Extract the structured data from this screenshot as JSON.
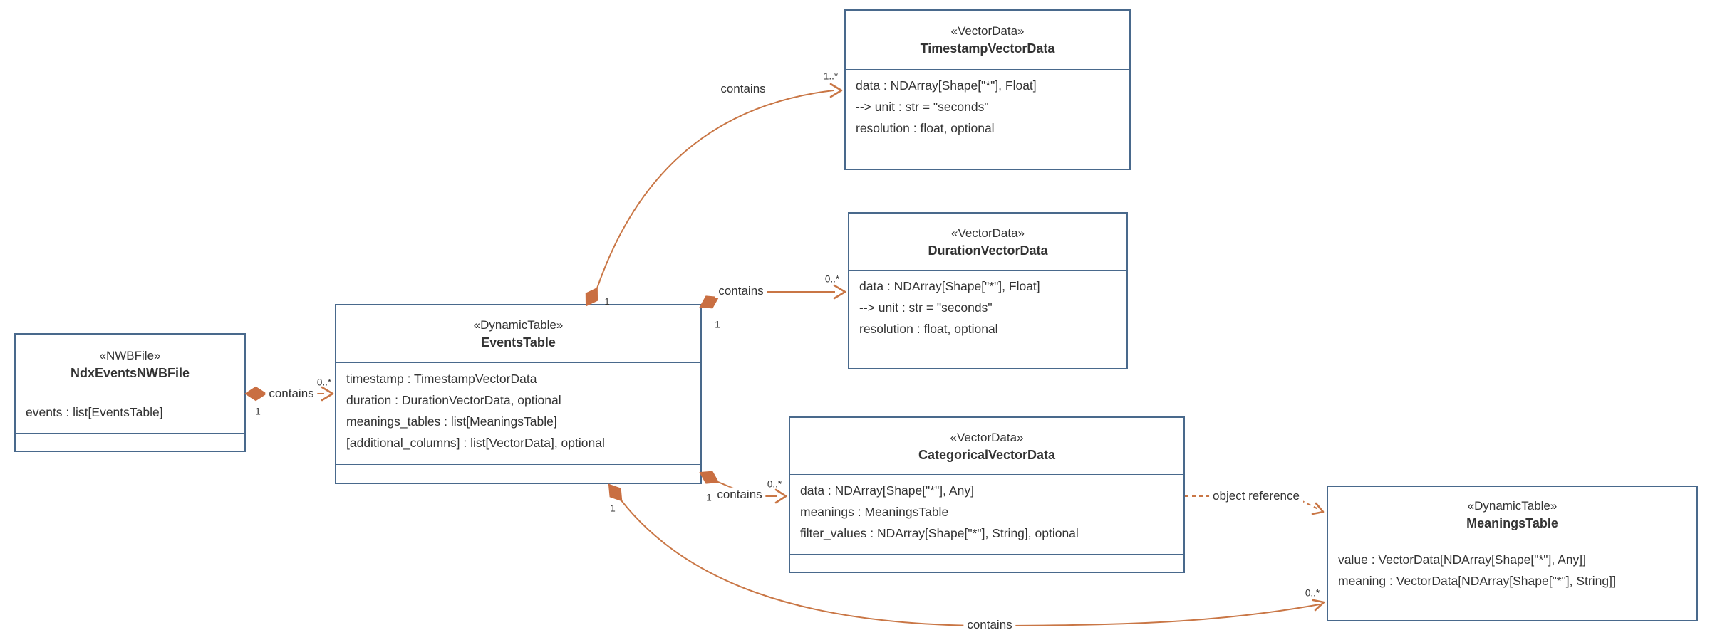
{
  "diagram": {
    "type": "uml-class-diagram",
    "colors": {
      "box_border": "#49698c",
      "relation_line": "#c97645",
      "diamond_fill": "#c96f42",
      "text": "#333333",
      "background": "#ffffff"
    },
    "classes": [
      {
        "id": "ndx-events-nwb-file",
        "stereotype": "«NWBFile»",
        "name": "NdxEventsNWBFile",
        "attributes": [
          "events : list[EventsTable]"
        ]
      },
      {
        "id": "events-table",
        "stereotype": "«DynamicTable»",
        "name": "EventsTable",
        "attributes": [
          "timestamp : TimestampVectorData",
          "duration : DurationVectorData, optional",
          "meanings_tables : list[MeaningsTable]",
          "[additional_columns] : list[VectorData], optional"
        ]
      },
      {
        "id": "timestamp-vector-data",
        "stereotype": "«VectorData»",
        "name": "TimestampVectorData",
        "attributes": [
          "data : NDArray[Shape[\"*\"], Float]",
          "--> unit : str = \"seconds\"",
          "resolution : float, optional"
        ]
      },
      {
        "id": "duration-vector-data",
        "stereotype": "«VectorData»",
        "name": "DurationVectorData",
        "attributes": [
          "data : NDArray[Shape[\"*\"], Float]",
          "--> unit : str = \"seconds\"",
          "resolution : float, optional"
        ]
      },
      {
        "id": "categorical-vector-data",
        "stereotype": "«VectorData»",
        "name": "CategoricalVectorData",
        "attributes": [
          "data : NDArray[Shape[\"*\"], Any]",
          "meanings : MeaningsTable",
          "filter_values : NDArray[Shape[\"*\"], String], optional"
        ]
      },
      {
        "id": "meanings-table",
        "stereotype": "«DynamicTable»",
        "name": "MeaningsTable",
        "attributes": [
          "value : VectorData[NDArray[Shape[\"*\"], Any]]",
          "meaning : VectorData[NDArray[Shape[\"*\"], String]]"
        ]
      }
    ],
    "edges": [
      {
        "from": "NdxEventsNWBFile",
        "to": "EventsTable",
        "label": "contains",
        "source_mult": "1",
        "target_mult": "0..*",
        "style": "composition"
      },
      {
        "from": "EventsTable",
        "to": "TimestampVectorData",
        "label": "contains",
        "source_mult": "1",
        "target_mult": "1..*",
        "style": "composition"
      },
      {
        "from": "EventsTable",
        "to": "DurationVectorData",
        "label": "contains",
        "source_mult": "1",
        "target_mult": "0..*",
        "style": "composition"
      },
      {
        "from": "EventsTable",
        "to": "CategoricalVectorData",
        "label": "contains",
        "source_mult": "1",
        "target_mult": "0..*",
        "style": "composition"
      },
      {
        "from": "EventsTable",
        "to": "MeaningsTable",
        "label": "contains",
        "source_mult": "1",
        "target_mult": "0..*",
        "style": "composition"
      },
      {
        "from": "CategoricalVectorData",
        "to": "MeaningsTable",
        "label": "object reference",
        "style": "dashed-reference"
      }
    ]
  }
}
